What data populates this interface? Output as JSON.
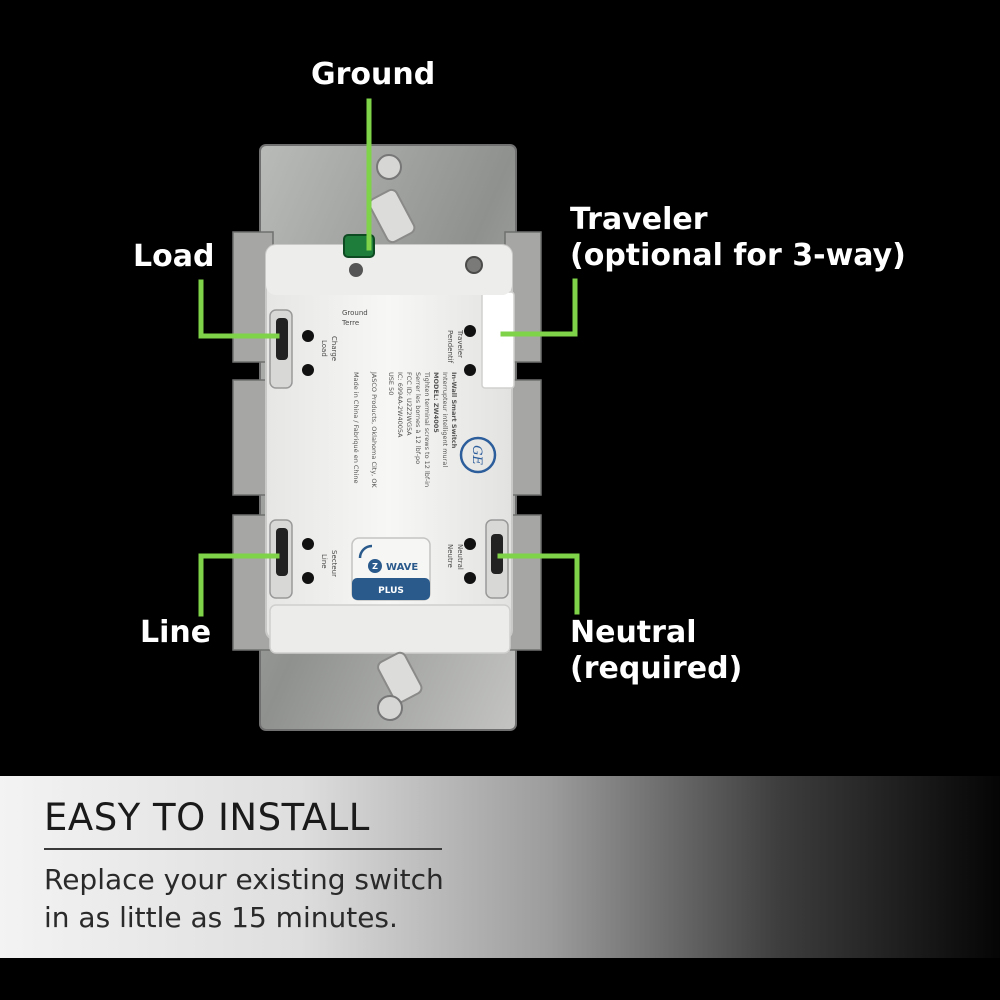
{
  "callouts": {
    "ground": "Ground",
    "traveler_line1": "Traveler",
    "traveler_line2": "(optional for 3-way)",
    "load": "Load",
    "line": "Line",
    "neutral_line1": "Neutral",
    "neutral_line2": "(required)"
  },
  "device_labels": {
    "ground_term_1": "Ground",
    "ground_term_2": "Terre",
    "load_1": "Load",
    "load_2": "Charge",
    "traveler_1": "Traveler",
    "traveler_2": "Pendentif",
    "line_1": "Line",
    "line_2": "Secteur",
    "neutral_1": "Neutral",
    "neutral_2": "Neutre",
    "product_lines": [
      "In-Wall Smart Switch",
      "Interrupteur intelligent mural",
      "MODEL: ZW4005",
      "Tighten terminal screws to 12 lbf-in",
      "Serrer les bornes à 12 lbf-po",
      "FCC ID: U2Z2WG5A",
      "IC: 6994A-2W4005A",
      "USE 50",
      "JASCO Products, Oklahoma City, OK",
      "Made in China / Fabriqué en Chine"
    ],
    "zwave_brand": "WAVE",
    "zwave_plus": "PLUS",
    "ge_logo": "GE"
  },
  "banner": {
    "title": "EASY TO INSTALL",
    "line1": "Replace your existing switch",
    "line2": "in as little as 15 minutes."
  },
  "colors": {
    "callout_green": "#7ed348",
    "background": "#000000",
    "housing_white": "#f2f2f0",
    "plate_metal": "#a9aaa9",
    "zwave_blue": "#2a5a8c"
  }
}
